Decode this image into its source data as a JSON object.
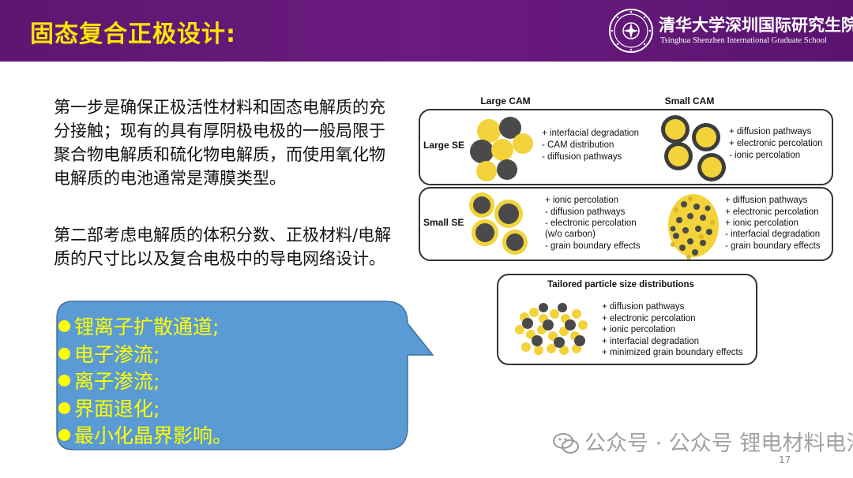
{
  "header": {
    "title": "固态复合正极设计:",
    "university_cn": "清华大学深圳国际研究生院",
    "university_en": "Tsinghua Shenzhen International Graduate School",
    "bg_color": "#5d1670",
    "title_color": "#ffe600"
  },
  "body": {
    "paragraph1": "第一步是确保正极活性材料和固态电解质的充分接触；现有的具有厚阴极电极的一般局限于聚合物电解质和硫化物电解质，而使用氧化物电解质的电池通常是薄膜类型。",
    "paragraph2": "第二部考虑电解质的体积分数、正极材料/电解质的尺寸比以及复合电极中的导电网络设计。"
  },
  "callout": {
    "fill_color": "#5b9bd5",
    "bullet_color": "#ffff00",
    "items": [
      "锂离子扩散通道;",
      "电子渗流;",
      "离子渗流;",
      "界面退化;",
      "最小化晶界影响。"
    ]
  },
  "figure": {
    "col_large_cam": "Large CAM",
    "col_small_cam": "Small CAM",
    "row_large_se": "Large SE",
    "row_small_se": "Small SE",
    "cell_large_large": [
      "+ interfacial degradation",
      "- CAM distribution",
      "- diffusion pathways"
    ],
    "cell_large_small": [
      "+ diffusion pathways",
      "+ electronic percolation",
      "- ionic percolation"
    ],
    "cell_small_large": [
      "+ ionic percolation",
      "- diffusion pathways",
      "- electronic percolation",
      "(w/o carbon)",
      "- grain boundary effects"
    ],
    "cell_small_small": [
      "+ diffusion pathways",
      "+ electronic percolation",
      "+ ionic percolation",
      " - interfacial degradation",
      "- grain boundary effects"
    ],
    "tailored_title": "Tailored particle size distributions",
    "cell_tailored": [
      "+ diffusion pathways",
      "+ electronic percolation",
      "+ ionic percolation",
      "+ interfacial degradation",
      "+ minimized grain boundary effects"
    ],
    "cam_color": "#4a4a4a",
    "se_color": "#f2d33a"
  },
  "footer": {
    "watermark": "公众号 · 公众号 锂电材料电池",
    "page_number": "17"
  }
}
